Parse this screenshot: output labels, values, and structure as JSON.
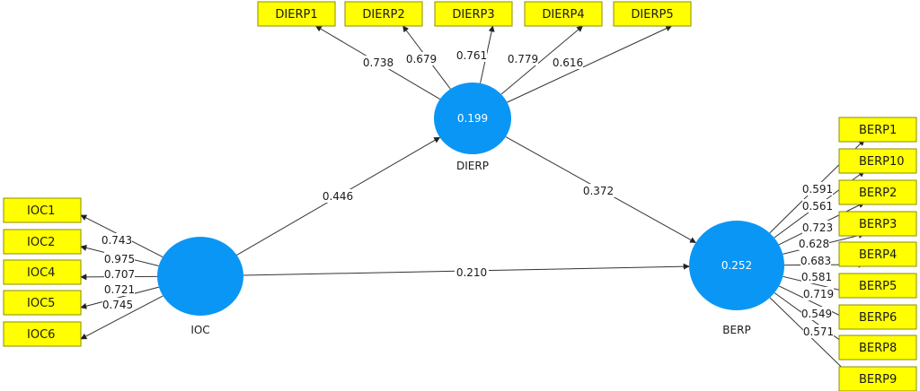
{
  "colors": {
    "latent": "#0a96f5",
    "indicator_fill": "#ffff00",
    "indicator_border": "#8c8c00",
    "edge": "#333333"
  },
  "latents": {
    "IOC": {
      "label": "IOC",
      "r2": ""
    },
    "DIERP": {
      "label": "DIERP",
      "r2": "0.199"
    },
    "BERP": {
      "label": "BERP",
      "r2": "0.252"
    }
  },
  "paths": [
    {
      "from": "IOC",
      "to": "DIERP",
      "coef": "0.446"
    },
    {
      "from": "DIERP",
      "to": "BERP",
      "coef": "0.372"
    },
    {
      "from": "IOC",
      "to": "BERP",
      "coef": "0.210"
    }
  ],
  "indicators": {
    "DIERP": [
      {
        "label": "DIERP1",
        "loading": "0.738"
      },
      {
        "label": "DIERP2",
        "loading": "0.679"
      },
      {
        "label": "DIERP3",
        "loading": "0.761"
      },
      {
        "label": "DIERP4",
        "loading": "0.779"
      },
      {
        "label": "DIERP5",
        "loading": "0.616"
      }
    ],
    "IOC": [
      {
        "label": "IOC1",
        "loading": "0.743"
      },
      {
        "label": "IOC2",
        "loading": "0.975"
      },
      {
        "label": "IOC4",
        "loading": "0.707"
      },
      {
        "label": "IOC5",
        "loading": "0.721"
      },
      {
        "label": "IOC6",
        "loading": "0.745"
      }
    ],
    "BERP": [
      {
        "label": "BERP1",
        "loading": "0.591"
      },
      {
        "label": "BERP10",
        "loading": "0.561"
      },
      {
        "label": "BERP2",
        "loading": "0.723"
      },
      {
        "label": "BERP3",
        "loading": "0.628"
      },
      {
        "label": "BERP4",
        "loading": "0.683"
      },
      {
        "label": "BERP5",
        "loading": "0.581"
      },
      {
        "label": "BERP6",
        "loading": "0.719"
      },
      {
        "label": "BERP8",
        "loading": "0.549"
      },
      {
        "label": "BERP9",
        "loading": "0.571"
      }
    ]
  }
}
